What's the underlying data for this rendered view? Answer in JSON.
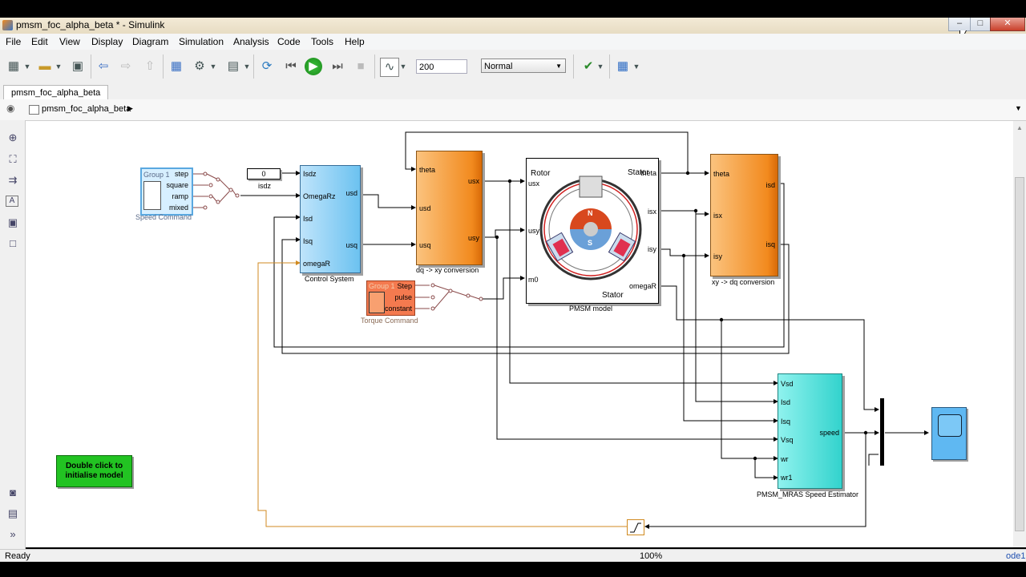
{
  "window": {
    "title": "pmsm_foc_alpha_beta * - Simulink",
    "controls": [
      "–",
      "□",
      "✕"
    ]
  },
  "menu": [
    "File",
    "Edit",
    "View",
    "Display",
    "Diagram",
    "Simulation",
    "Analysis",
    "Code",
    "Tools",
    "Help"
  ],
  "toolbar": {
    "stop_time": "200",
    "sim_mode": "Normal"
  },
  "tab": {
    "label": "pmsm_foc_alpha_beta"
  },
  "address": {
    "path": "pmsm_foc_alpha_beta"
  },
  "diagram": {
    "speed_cmd": {
      "group": "Group 1",
      "signals": [
        "step",
        "square",
        "ramp",
        "mixed"
      ],
      "caption": "Speed Command"
    },
    "const": {
      "value": "0",
      "caption": "isdz"
    },
    "control": {
      "inputs": [
        "Isdz",
        "OmegaRz",
        "Isd",
        "Isq",
        "omegaR"
      ],
      "outputs": [
        "usd",
        "usq"
      ],
      "caption": "Control System"
    },
    "dq_xy": {
      "inputs": [
        "theta",
        "usd",
        "usq"
      ],
      "outputs": [
        "usx",
        "usy"
      ],
      "caption": "dq -> xy conversion"
    },
    "torque_cmd": {
      "group": "Group 1",
      "signals": [
        "Step",
        "pulse",
        "constant"
      ],
      "caption": "Torque Command"
    },
    "pmsm": {
      "inputs": [
        "usx",
        "usy",
        "m0"
      ],
      "outputs": [
        "theta",
        "isx",
        "isy",
        "omegaR"
      ],
      "pic_labels": {
        "rotor": "Rotor",
        "stator_top": "Stator",
        "stator_bottom": "Stator",
        "north": "N",
        "south": "S"
      },
      "caption": "PMSM model"
    },
    "xy_dq": {
      "inputs": [
        "theta",
        "isx",
        "isy"
      ],
      "outputs": [
        "isd",
        "isq"
      ],
      "caption": "xy -> dq conversion"
    },
    "mras": {
      "inputs": [
        "Vsd",
        "Isd",
        "Isq",
        "Vsq",
        "wr",
        "wr1"
      ],
      "output": "speed",
      "caption": "PMSM_MRAS Speed Estimator"
    },
    "init_button": {
      "line1": "Double click to",
      "line2": "initialise model"
    }
  },
  "status": {
    "left": "Ready",
    "zoom": "100%",
    "solver": "ode1"
  },
  "colors": {
    "green_button": "#22c322",
    "scope": "#5fb8f2",
    "orange": "#f28a1e",
    "blue": "#6cc2f0",
    "cyan": "#33d3cd",
    "torque": "#f47a4f"
  }
}
